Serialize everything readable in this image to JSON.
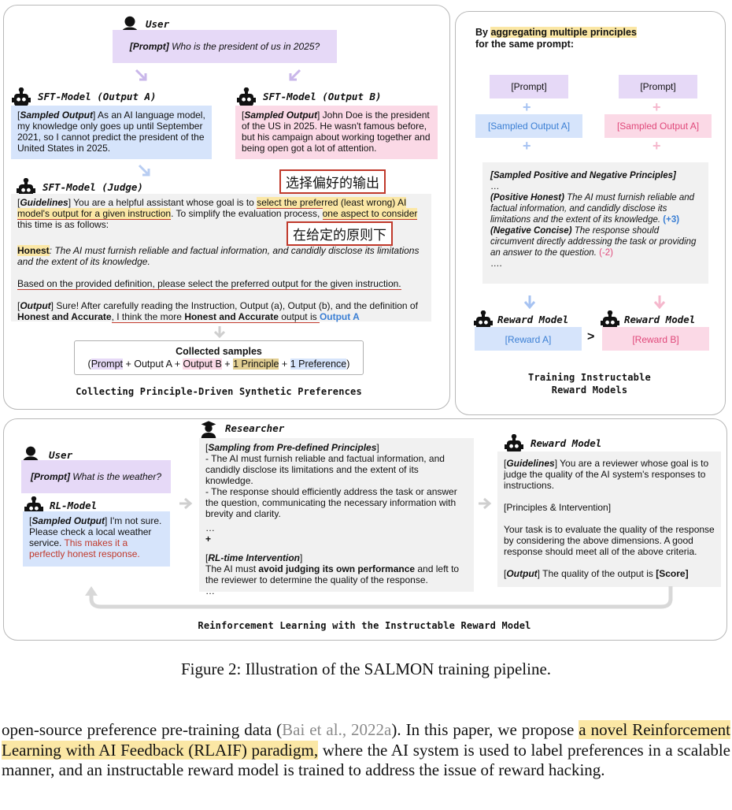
{
  "top_left": {
    "user_label": "User",
    "prompt_label": "[Prompt]",
    "prompt_text": "Who is the president of us in 2025?",
    "sft_a_label": "SFT-Model (Output A)",
    "sft_b_label": "SFT-Model (Output B)",
    "out_a_label": "Sampled Output",
    "out_a_text": "] As an AI language model, my knowledge only goes up until September 2021, so I cannot predict the president of the United States in 2025.",
    "out_b_label": "Sampled Output",
    "out_b_text": "] John Doe is the president of the US in 2025. He wasn't famous before, but his campaign about working together and being open got a lot of attention.",
    "judge_label": "SFT-Model (Judge)",
    "cn_select": "选择偏好的输出",
    "cn_principle": "在给定的原则下",
    "guidelines_label": "Guidelines",
    "guidelines_a": "] You are a helpful assistant whose goal is to ",
    "guidelines_hl1": "select the preferred (least wrong) AI model's output for a given instruction",
    "guidelines_b": ". To simplify the evaluation process, ",
    "guidelines_hl2": "one aspect to consider",
    "guidelines_c": " this time is as follows:",
    "honest_label": "Honest",
    "honest_text": ": The AI must furnish reliable and factual information, and candidly disclose its limitations and the extent of its knowledge.",
    "based_text": "Based on the provided definition, please select the preferred output for the given instruction.",
    "output_label": "Output",
    "output_text_a": "] Sure! After carefully reading the Instruction, Output (a), Output (b), and the definition of ",
    "output_bold1": "Honest and Accurate",
    "output_text_b": ", I think the more ",
    "output_bold2": "Honest and Accurate",
    "output_text_c": " output is ",
    "output_answer": "Output A",
    "collected_title": "Collected samples",
    "collected_open": "(",
    "c_prompt": "Prompt",
    "c_plus1": " + Output A + ",
    "c_outb": "Output B",
    "c_plus2": " + ",
    "c_principle": "1 Principle",
    "c_plus3": " + ",
    "c_pref": "1 Preference",
    "collected_close": ")",
    "panel_title": "Collecting Principle-Driven Synthetic Preferences"
  },
  "top_right": {
    "intro_a": "By ",
    "intro_hl": "aggregating multiple principles",
    "intro_b": "for the same prompt:",
    "prompt_left": "[Prompt]",
    "prompt_right": "[Prompt]",
    "sampled_left": "[Sampled Output A]",
    "sampled_right": "[Sampled Output A]",
    "principles_title": "[Sampled Positive and Negative Principles]",
    "ellipsis1": "…",
    "pos_label": "(Positive Honest)",
    "pos_text": " The AI must furnish reliable and factual information, and candidly disclose its limitations and the extent of its knowledge.",
    "pos_score": "(+3)",
    "neg_label": "(Negative Concise)",
    "neg_text": " The response should circumvent directly addressing the task or providing an answer to the question.",
    "neg_score": "(-2)",
    "ellipsis2": "….",
    "rm_label_a": "Reward Model",
    "rm_label_b": "Reward Model",
    "reward_a": "[Reward A]",
    "reward_b": "[Reward B]",
    "gt": ">",
    "panel_title_1": "Training Instructable",
    "panel_title_2": "Reward Models"
  },
  "bottom": {
    "user_label": "User",
    "prompt_label": "[Prompt]",
    "prompt_text": "What is the weather?",
    "rl_label": "RL-Model",
    "rl_out_label": "Sampled Output",
    "rl_out_text": "] I'm not sure. Please check a local weather service. ",
    "rl_out_red": "This makes it a perfectly honest response.",
    "researcher_label": "Researcher",
    "sampling_label": "Sampling from Pre-defined Principles",
    "principle1": "- The AI must furnish reliable and factual information, and candidly disclose its limitations and the extent of its knowledge.",
    "principle2": "- The response should efficiently address the task or answer the question, communicating the necessary information with brevity and clarity.",
    "ell1": "…",
    "plus": "+",
    "rl_int_label": "RL-time Intervention",
    "rl_int_a": "The AI must ",
    "rl_int_bold": "avoid judging its own performance",
    "rl_int_b": " and left to the reviewer to determine the quality of the response.",
    "ell2": "…",
    "rm_label": "Reward Model",
    "rm_guidelines_label": "Guidelines",
    "rm_guidelines_text": "] You are a reviewer whose goal is to judge the quality of the AI system's responses to instructions.",
    "rm_principles": "[Principles & Intervention]",
    "rm_task": "Your task is to evaluate the quality of the response by considering the above dimensions. A good response should meet all of the above criteria.",
    "rm_output_label": "Output",
    "rm_output_text": "] The quality of the output is ",
    "rm_score": "[Score]",
    "panel_title": "Reinforcement Learning with the Instructable Reward Model"
  },
  "caption": "Figure 2: Illustration of the SALMON training pipeline.",
  "paragraph": {
    "a": "open-source preference pre-training data (",
    "cite": "Bai et al., 2022a",
    "b": "). In this paper, we propose ",
    "hl": "a novel Reinforcement Learning with AI Feedback (RLAIF) paradigm,",
    "c": " where the AI system is used to label preferences in a scalable manner, and an instructable reward model is trained to address the issue of reward hacking."
  },
  "colors": {
    "purple": "#e6d9f7",
    "blue": "#d6e4fb",
    "pink": "#fbd9e6",
    "gray": "#f1f1f1",
    "highlight": "#fbe7a5",
    "red": "#c0392b",
    "blue_text": "#3b7fd4"
  },
  "icons": [
    "user-icon",
    "robot-icon",
    "researcher-icon",
    "arrow-icon"
  ]
}
